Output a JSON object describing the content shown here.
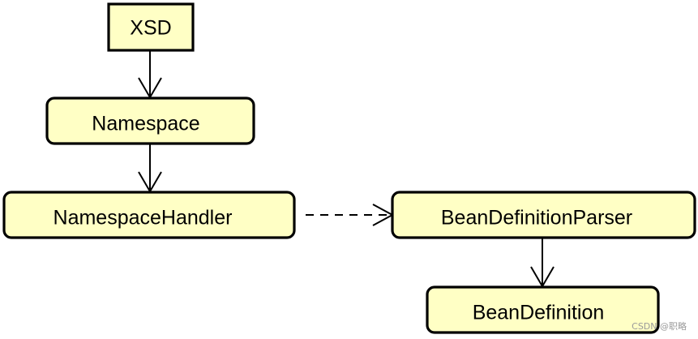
{
  "nodes": {
    "xsd": "XSD",
    "namespace": "Namespace",
    "namespace_handler": "NamespaceHandler",
    "bean_definition_parser": "BeanDefinitionParser",
    "bean_definition": "BeanDefinition"
  },
  "watermark": "CSDN @职略",
  "colors": {
    "node_fill": "#ffffc5",
    "stroke": "#000000"
  }
}
